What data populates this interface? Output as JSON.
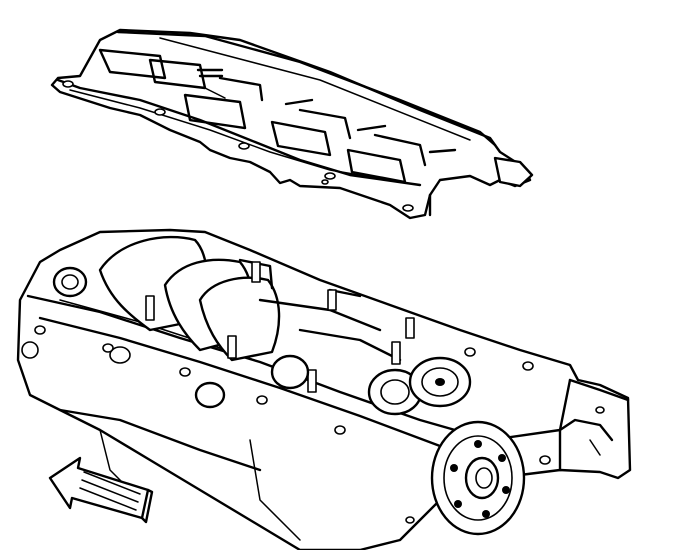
{
  "figure": {
    "components": [
      "valley-cover",
      "engine-block",
      "crankshaft-flange",
      "direction-arrow"
    ],
    "line_color": "#000000",
    "background_color": "#ffffff"
  }
}
